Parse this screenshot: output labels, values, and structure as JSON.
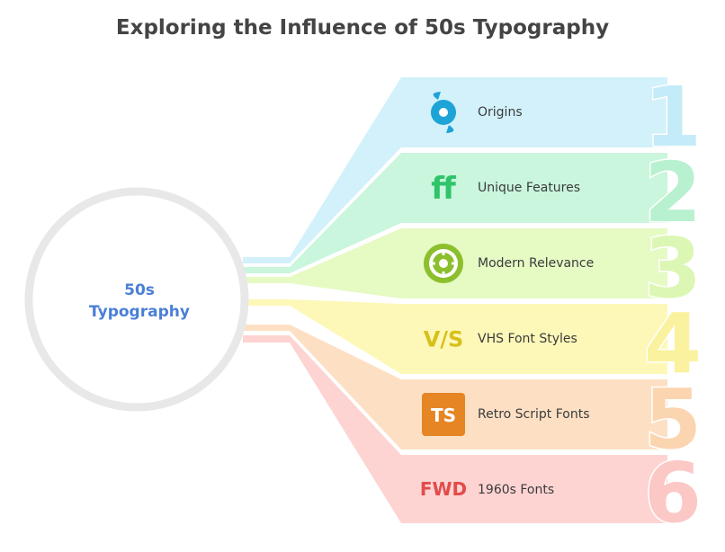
{
  "title": "Exploring the Influence of 50s Typography",
  "center": {
    "line1": "50s",
    "line2": "Typography"
  },
  "items": [
    {
      "number": "1",
      "label": "Origins",
      "icon": "hurricane-icon",
      "fill": "#d2f1fa",
      "numColor": "#c4ecf8",
      "iconColor": "#1ea3d6"
    },
    {
      "number": "2",
      "label": "Unique Features",
      "icon": "ligature-ff-icon",
      "fill": "#c9f6dc",
      "numColor": "#b8f1d0",
      "iconColor": "#2fc46a",
      "iconText": "ff"
    },
    {
      "number": "3",
      "label": "Modern Relevance",
      "icon": "target-icon",
      "fill": "#e6fac4",
      "numColor": "#dcf6b4",
      "iconColor": "#8bbf2c"
    },
    {
      "number": "4",
      "label": "VHS Font Styles",
      "icon": "vs-icon",
      "fill": "#fdf8b8",
      "numColor": "#faf29e",
      "iconColor": "#d7c01c",
      "iconText": "V/S"
    },
    {
      "number": "5",
      "label": "Retro Script Fonts",
      "icon": "ts-icon",
      "fill": "#fde0c4",
      "numColor": "#fbd4b0",
      "iconColor": "#e58524",
      "iconText": "TS"
    },
    {
      "number": "6",
      "label": "1960s Fonts",
      "icon": "fwd-icon",
      "fill": "#fdd4d2",
      "numColor": "#fbc8c6",
      "iconColor": "#e34b4b",
      "iconText": "FWD"
    }
  ]
}
